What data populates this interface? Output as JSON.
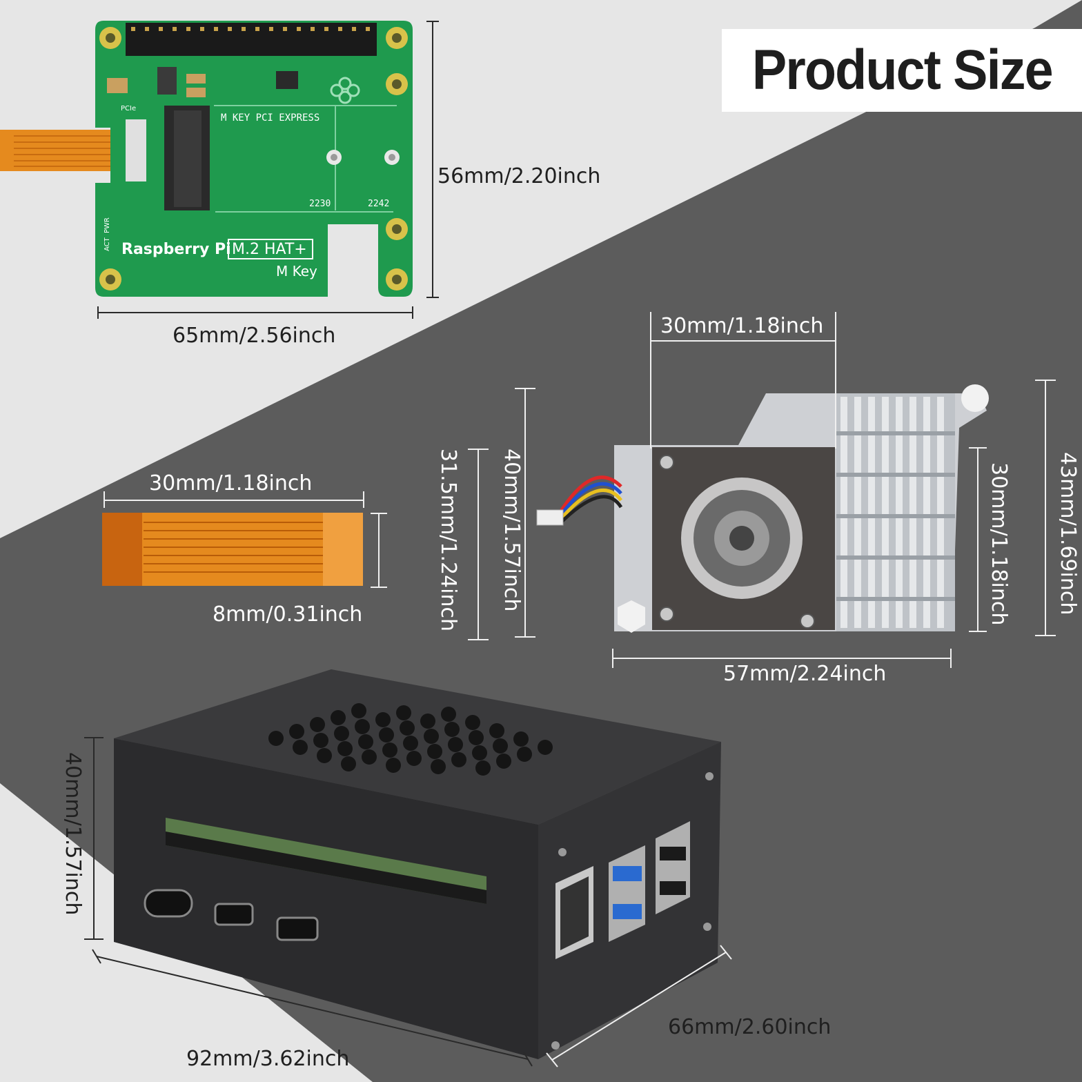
{
  "title": "Product Size",
  "hat": {
    "brand": "Raspberry Pi",
    "model": "M.2 HAT+",
    "key": "M Key",
    "slot_label": "M KEY PCI EXPRESS",
    "size_2230": "2230",
    "size_2242": "2242",
    "pcie": "PCIe",
    "pwr": "PWR",
    "act": "ACT",
    "width": "65mm/2.56inch",
    "height": "56mm/2.20inch"
  },
  "ribbon": {
    "length": "30mm/1.18inch",
    "width": "8mm/0.31inch"
  },
  "cooler": {
    "fan_width": "30mm/1.18inch",
    "width": "57mm/2.24inch",
    "height": "43mm/1.69inch",
    "heatsink_height": "30mm/1.18inch",
    "fan_height": "40mm/1.57inch",
    "plate_height": "31.5mm/1.24inch"
  },
  "case": {
    "length": "92mm/3.62inch",
    "width": "66mm/2.60inch",
    "height": "40mm/1.57inch"
  },
  "colors": {
    "background_light": "#e6e6e6",
    "background_dark": "#5c5c5c",
    "pcb_green": "#1f9a4e",
    "ribbon_orange": "#e58a1e",
    "case_black": "#2b2b2d"
  }
}
